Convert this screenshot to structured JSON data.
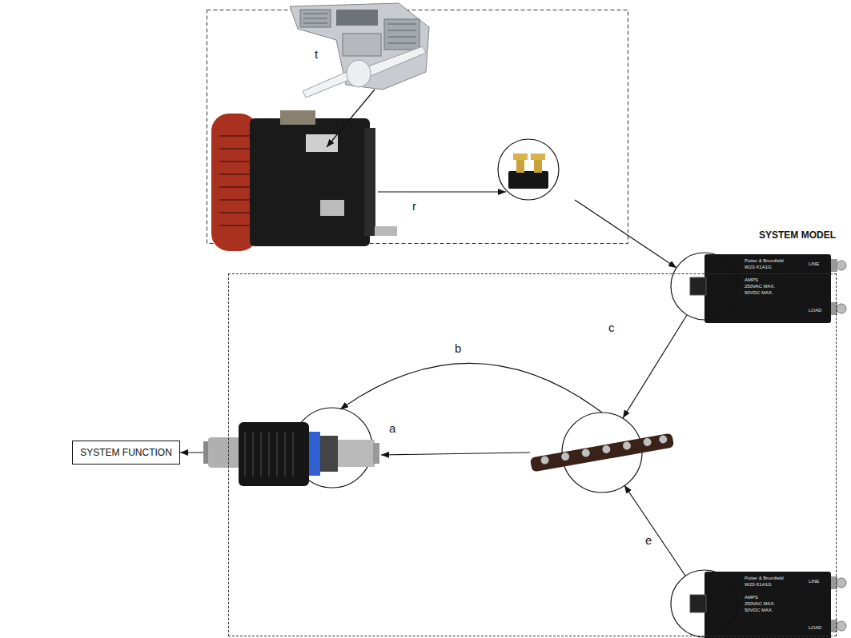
{
  "diagram": {
    "nodes": [
      {
        "text": [
          "SYSTEM MODEL"
        ]
      },
      {
        "text": [
          "SYSTEM FUNCTION"
        ]
      }
    ],
    "edges": [
      {
        "from": 0,
        "to": 1,
        "arrow": "to"
      }
    ],
    "labels": [
      "t",
      "r",
      "c",
      "b",
      "a",
      "e",
      "Potter & Brumfield",
      "W23-X1A1G",
      "AMPS",
      "250VAC MAX.",
      "50VDC MAX.",
      "LINE",
      "LOAD",
      "Potter & Brumfield",
      "W23-X1A1G",
      "AMPS",
      "250VAC MAX.",
      "50VDC MAX.",
      "LINE",
      "LOAD"
    ]
  }
}
